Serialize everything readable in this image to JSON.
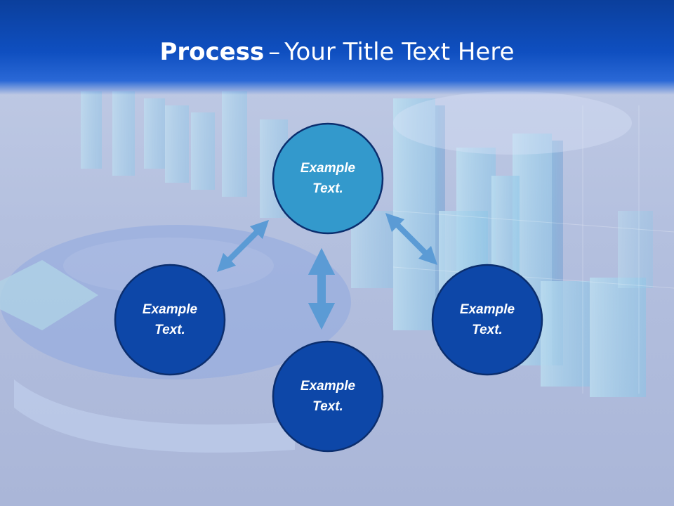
{
  "slide": {
    "title_bold": "Process",
    "title_separator": "–",
    "title_rest": "Your Title Text Here"
  },
  "nodes": [
    {
      "id": "top",
      "line1": "Example",
      "line2": "Text."
    },
    {
      "id": "left",
      "line1": "Example",
      "line2": "Text."
    },
    {
      "id": "bottom",
      "line1": "Example",
      "line2": "Text."
    },
    {
      "id": "right",
      "line1": "Example",
      "line2": "Text."
    }
  ],
  "colors": {
    "title_bar": "#0f4fc0",
    "node_top_fill": "#3399cc",
    "node_fill": "#0d47a8",
    "node_stroke": "#0b2e6e",
    "arrow": "#5b9bd5"
  }
}
